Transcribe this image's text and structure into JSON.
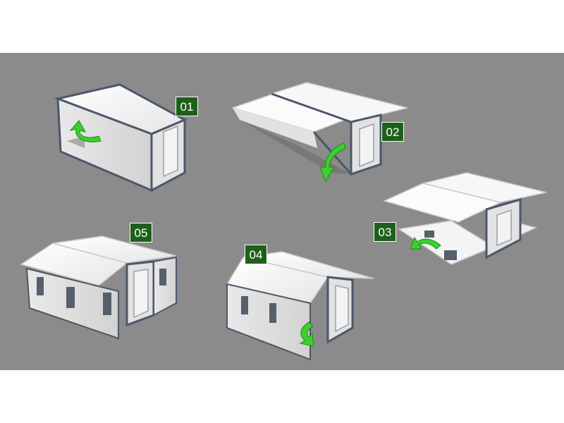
{
  "steps": [
    {
      "label": "01"
    },
    {
      "label": "02"
    },
    {
      "label": "03"
    },
    {
      "label": "04"
    },
    {
      "label": "05"
    }
  ],
  "colors": {
    "background": "#8b8b8b",
    "badge": "#1f5f19",
    "arrow": "#3ccf2d",
    "frame": "#4a5869",
    "panel": "#f2f2f2"
  }
}
